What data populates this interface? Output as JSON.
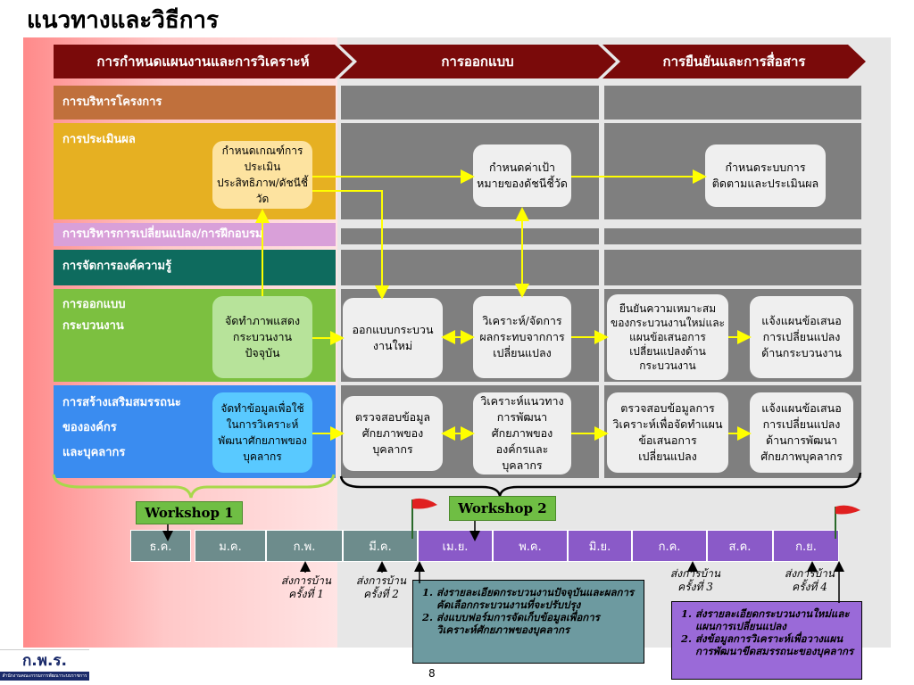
{
  "title": "แนวทางและวิธีการ",
  "phases": [
    "การกำหนดแผนงานและการวิเคราะห์",
    "การออกแบบ",
    "การยืนยันและการสื่อสาร"
  ],
  "rows": {
    "project": "การบริหารโครงการ",
    "evaluation": "การประเมินผล",
    "change": "การบริหารการเปลี่ยนแปลง/การฝึกอบรม",
    "knowledge": "การจัดการองค์ความรู้",
    "process": [
      "การออกแบบ",
      "กระบวนงาน"
    ],
    "capability": [
      "การสร้างเสริมสมรรถนะ",
      "ขององค์กร",
      "และบุคลากร"
    ]
  },
  "boxes": {
    "kpi_criteria": "กำหนดเกณฑ์การประเมินประสิทธิภาพ/ดัชนีชี้วัด",
    "kpi_target": "กำหนดค่าเป้าหมายของดัชนีชี้วัด",
    "monitoring": "กำหนดระบบการติดตามและประเมินผล",
    "current_map": "จัดทำภาพแสดงกระบวนงานปัจจุบัน",
    "new_process": "ออกแบบกระบวนงานใหม่",
    "impact": "วิเคราะห์/จัดการผลกระทบจากการเปลี่ยนแปลง",
    "confirm": "ยืนยันความเหมาะสมของกระบวนงานใหม่และแผนข้อเสนอการเปลี่ยนแปลงด้านกระบวนงาน",
    "notify_process": "แจ้งแผนข้อเสนอการเปลี่ยนแปลงด้านกระบวนงาน",
    "collect": "จัดทำข้อมูลเพื่อใช้ในการวิเคราะห์พัฒนาศักยภาพของบุคลากร",
    "check_capability": "ตรวจสอบข้อมูลศักยภาพของบุคลากร",
    "analyze_dev": "วิเคราะห์แนวทางการพัฒนาศักยภาพขององค์กรและบุคลากร",
    "check_analysis": "ตรวจสอบข้อมูลการวิเคราะห์เพื่อจัดทำแผนข้อเสนอการเปลี่ยนแปลง",
    "notify_dev": "แจ้งแผนข้อเสนอการเปลี่ยนแปลงด้านการพัฒนาศักยภาพบุคลากร"
  },
  "workshops": [
    "Workshop 1",
    "Workshop 2"
  ],
  "months": [
    "ธ.ค.",
    "ม.ค.",
    "ก.พ.",
    "มี.ค.",
    "เม.ย.",
    "พ.ค.",
    "มิ.ย.",
    "ก.ค.",
    "ส.ค.",
    "ก.ย."
  ],
  "homework": [
    "ส่งการบ้าน ครั้งที่ 1",
    "ส่งการบ้าน ครั้งที่ 2",
    "ส่งการบ้าน ครั้งที่ 3",
    "ส่งการบ้าน ครั้งที่ 4"
  ],
  "notes_left": [
    "ส่งรายละเอียดกระบวนงานปัจจุบันและผลการคัดเลือกกระบวนงานที่จะปรับปรุง",
    "ส่งแบบฟอร์มการจัดเก็บข้อมูลเพื่อการวิเคราะห์ศักยภาพของบุคลากร"
  ],
  "notes_right": [
    "ส่งรายละเอียดกระบวนงานใหม่และแผนการเปลี่ยนแปลง",
    "ส่งข้อมูลการวิเคราะห์เพื่อวางแผนการพัฒนาขีดสมรรถนะของบุคลากร"
  ],
  "page_number": "8",
  "logo": "ก.พ.ร.",
  "logo_sub": "สำนักงานคณะกรรมการพัฒนาระบบราชการ",
  "colors": {
    "phase": "#7a0a0a",
    "project": "#c0703c",
    "evaluation": "#e6b022",
    "change": "#d9a0d9",
    "knowledge": "#0e6b5e",
    "process": "#7cc040",
    "capability": "#3a8cf0",
    "month_dark": "#6d8c8c",
    "month_purple": "#8a5ac8"
  }
}
